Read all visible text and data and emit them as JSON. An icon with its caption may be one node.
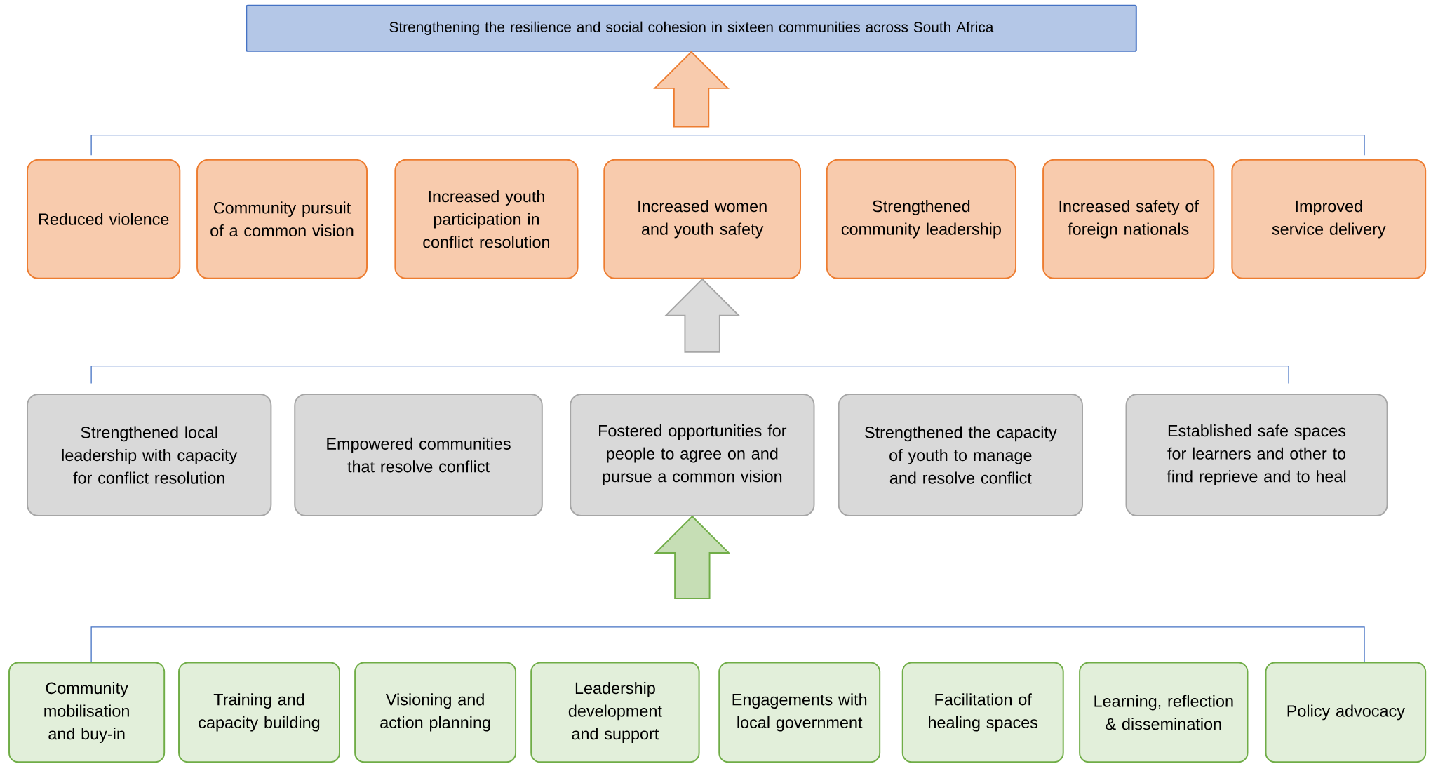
{
  "diagram": {
    "nodes": [
      {
        "text": [
          "Strengthening the resilience and social cohesion in sixteen communities across South Africa"
        ]
      },
      {
        "text": [
          "Reduced violence"
        ]
      },
      {
        "text": [
          "Community pursuit of a common vision"
        ]
      },
      {
        "text": [
          "Increased youth participation in conflict resolution"
        ]
      },
      {
        "text": [
          "Increased women and youth safety"
        ]
      },
      {
        "text": [
          "Strengthened community leadership"
        ]
      },
      {
        "text": [
          "Increased safety of foreign nationals"
        ]
      },
      {
        "text": [
          "Improved service delivery"
        ]
      },
      {
        "text": [
          "Strengthened local leadership with capacity for conflict resolution"
        ]
      },
      {
        "text": [
          "Empowered communities that resolve conflict"
        ]
      },
      {
        "text": [
          "Fostered opportunities for people to agree on and pursue a common vision"
        ]
      },
      {
        "text": [
          "Strengthened the capacity of youth to manage and resolve conflict"
        ]
      },
      {
        "text": [
          "Established safe spaces for learners and other to find reprieve and to heal"
        ]
      },
      {
        "text": [
          "Community mobilisation and buy-in"
        ]
      },
      {
        "text": [
          "Training and capacity building"
        ]
      },
      {
        "text": [
          "Visioning and action planning"
        ]
      },
      {
        "text": [
          "Leadership development and support"
        ]
      },
      {
        "text": [
          "Engagements with local government"
        ]
      },
      {
        "text": [
          "Facilitation of healing spaces"
        ]
      },
      {
        "text": [
          "Learning, reflection  & dissemination"
        ]
      },
      {
        "text": [
          "Policy advocacy"
        ]
      }
    ],
    "edges": [
      {
        "from": null,
        "to": 0,
        "arrow": "to",
        "color": "#ed7d31"
      },
      {
        "from": null,
        "to": 4,
        "arrow": "to",
        "color": "#a6a6a6"
      },
      {
        "from": null,
        "to": 10,
        "arrow": "to",
        "color": "#70ad47"
      }
    ]
  }
}
